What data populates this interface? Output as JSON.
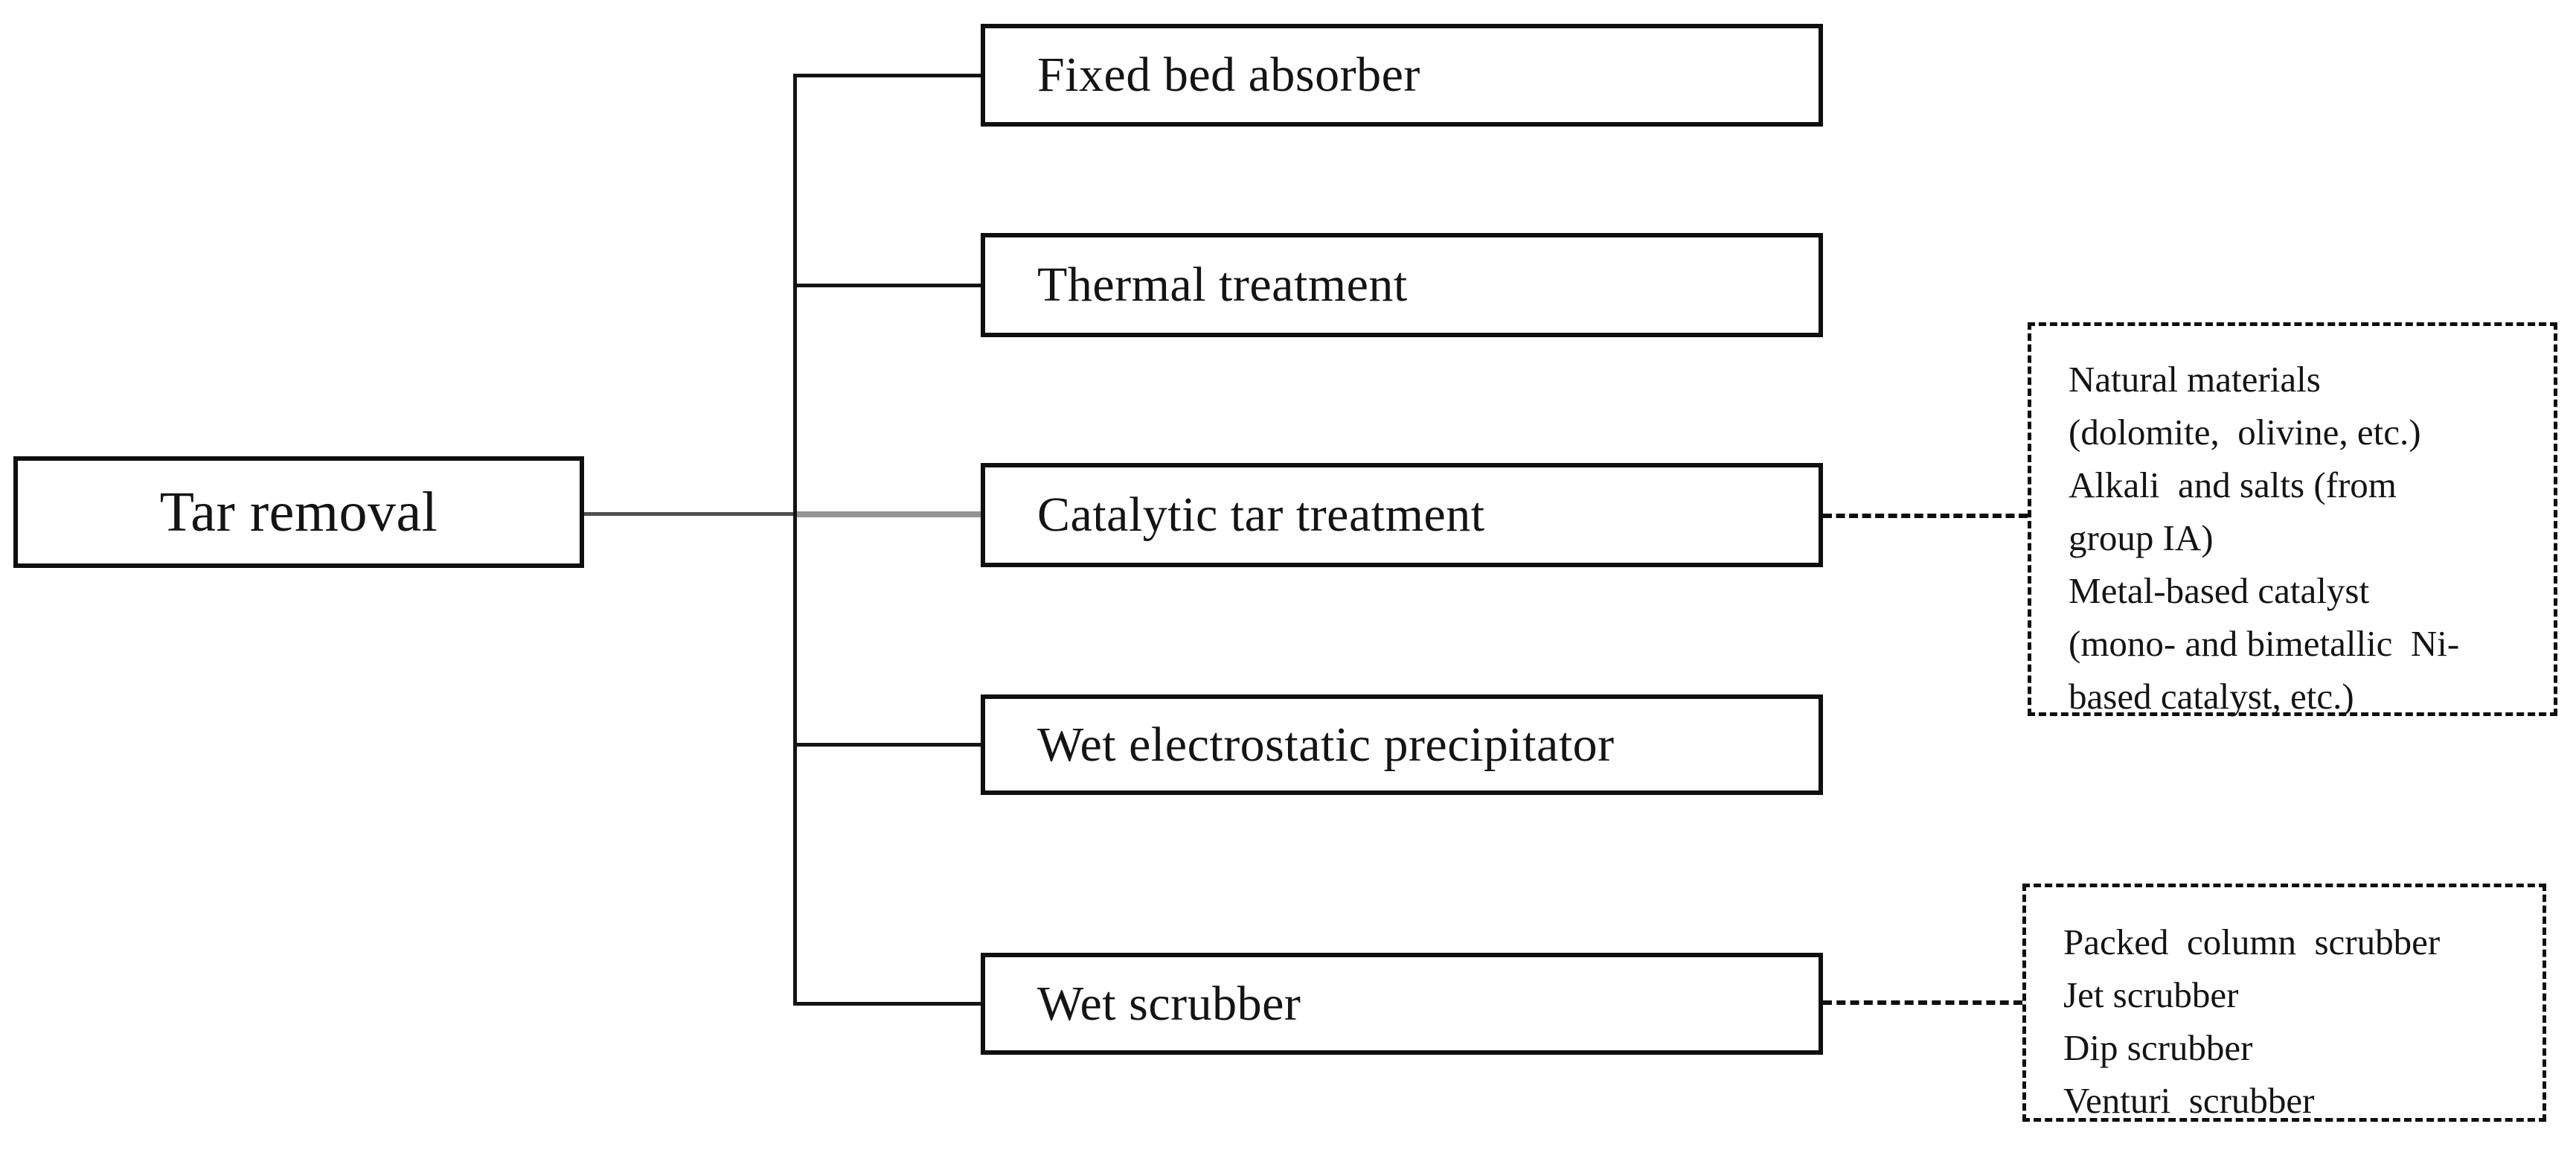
{
  "diagram": {
    "root": {
      "label": "Tar removal"
    },
    "nodes": [
      {
        "label": "Fixed bed absorber"
      },
      {
        "label": "Thermal treatment"
      },
      {
        "label": "Catalytic tar treatment"
      },
      {
        "label": "Wet electrostatic precipitator"
      },
      {
        "label": "Wet scrubber"
      }
    ],
    "notes": [
      {
        "attached_to": "Catalytic tar treatment",
        "lines": [
          "Natural materials",
          "(dolomite,  olivine, etc.)",
          "Alkali  and salts (from",
          "group IA)",
          "Metal-based catalyst",
          "(mono- and bimetallic  Ni-",
          "based catalyst, etc.)"
        ]
      },
      {
        "attached_to": "Wet scrubber",
        "lines": [
          "Packed  column  scrubber",
          "Jet scrubber",
          "Dip scrubber",
          "Venturi  scrubber"
        ]
      }
    ],
    "colors": {
      "line_black": "#141414",
      "box_border": "#0f0f0f",
      "root_connector_dark_gray": "#4f4f4f",
      "root_connector_light_gray": "#949494",
      "text": "#141414",
      "background": "#ffffff"
    }
  }
}
